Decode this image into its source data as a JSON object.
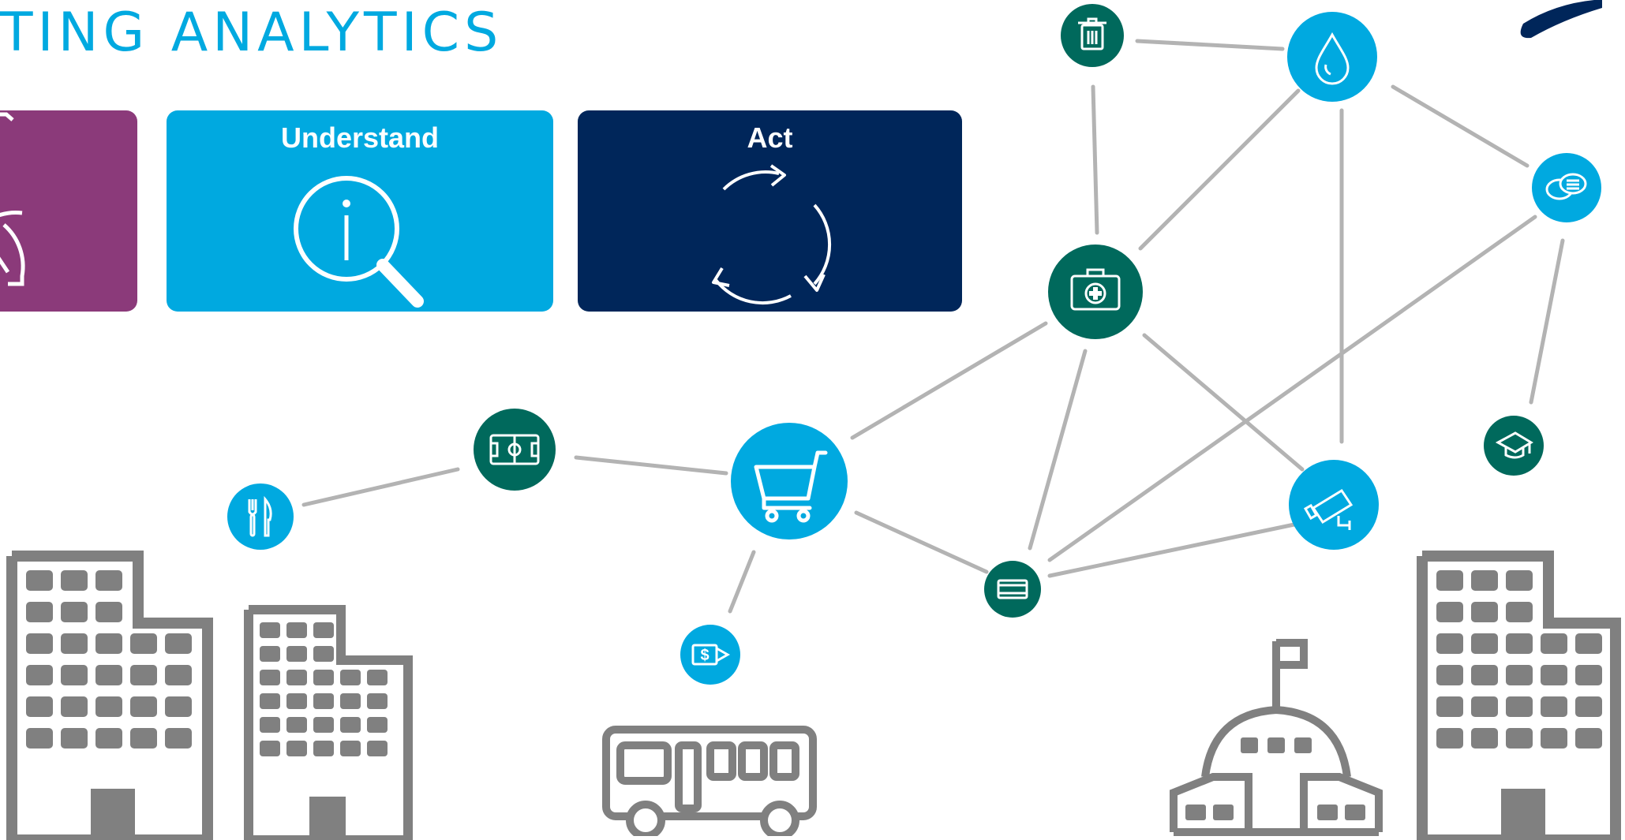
{
  "header": {
    "title": "TING ANALYTICS"
  },
  "cards": [
    {
      "id": "card-partial",
      "label": "",
      "color": "#8b3a7a"
    },
    {
      "id": "card-understand",
      "label": "Understand",
      "color": "#00a9e0"
    },
    {
      "id": "card-act",
      "label": "Act",
      "color": "#00265a"
    }
  ],
  "colors": {
    "teal": "#00695c",
    "blue": "#00a9e0",
    "line": "#b3b3b3",
    "building": "#808080",
    "navy": "#00265a"
  },
  "nodes": [
    {
      "name": "trash-icon",
      "color": "teal"
    },
    {
      "name": "water-drop-icon",
      "color": "blue"
    },
    {
      "name": "speech-bubbles-icon",
      "color": "blue"
    },
    {
      "name": "medical-kit-icon",
      "color": "teal"
    },
    {
      "name": "graduation-cap-icon",
      "color": "teal"
    },
    {
      "name": "stadium-icon",
      "color": "teal"
    },
    {
      "name": "shopping-cart-icon",
      "color": "blue"
    },
    {
      "name": "cutlery-icon",
      "color": "blue"
    },
    {
      "name": "security-camera-icon",
      "color": "blue"
    },
    {
      "name": "film-icon",
      "color": "teal"
    },
    {
      "name": "price-tag-icon",
      "color": "blue"
    }
  ],
  "buildings": [
    {
      "name": "office-building-icon"
    },
    {
      "name": "office-building-small-icon"
    },
    {
      "name": "bus-icon"
    },
    {
      "name": "school-icon"
    },
    {
      "name": "office-building-right-icon"
    }
  ]
}
